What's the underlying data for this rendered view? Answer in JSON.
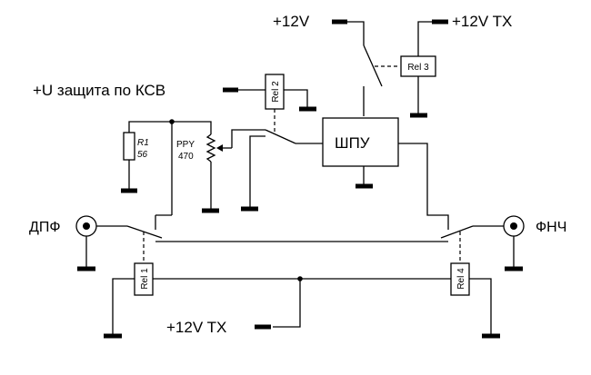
{
  "labels": {
    "supply_12v": "+12V",
    "supply_12v_tx_top": "+12V TX",
    "supply_12v_tx_bottom": "+12V TX",
    "swr_protection": "+U защита по КСВ",
    "input_filter": "ДПФ",
    "output_filter": "ФНЧ",
    "amplifier": "ШПУ"
  },
  "components": {
    "r1_name": "R1",
    "r1_value": "56",
    "pot_name": "PPY",
    "pot_value": "470",
    "rel1": "Rel 1",
    "rel2": "Rel 2",
    "rel3": "Rel 3",
    "rel4": "Rel 4"
  }
}
